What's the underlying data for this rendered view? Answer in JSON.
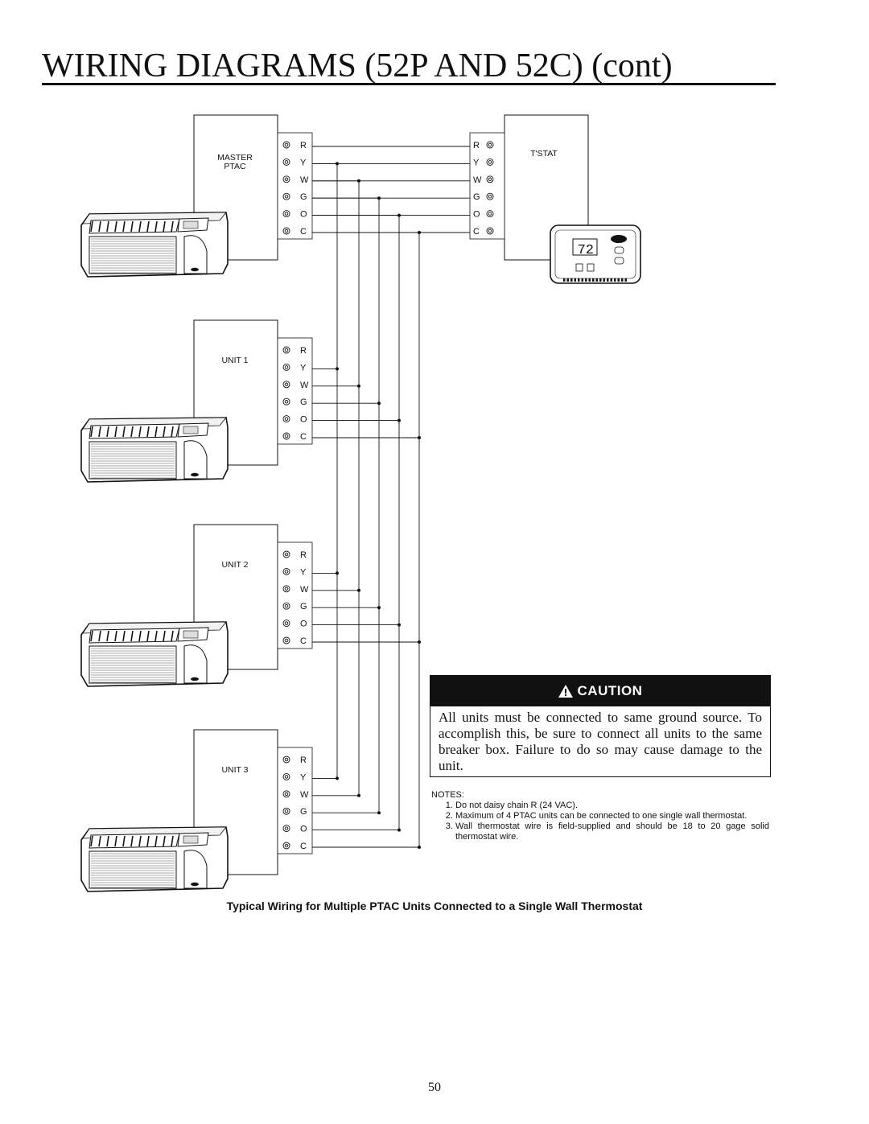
{
  "page": {
    "title": "WIRING DIAGRAMS (52P AND 52C) (cont)",
    "caption": "Typical Wiring for Multiple PTAC Units Connected to a Single Wall Thermostat",
    "page_number": "50"
  },
  "units": [
    {
      "label_lines": [
        "MASTER",
        "PTAC"
      ]
    },
    {
      "label_lines": [
        "UNIT 1"
      ]
    },
    {
      "label_lines": [
        "UNIT 2"
      ]
    },
    {
      "label_lines": [
        "UNIT 3"
      ]
    }
  ],
  "terminals": [
    "R",
    "Y",
    "W",
    "G",
    "O",
    "C"
  ],
  "thermostat": {
    "label": "T'STAT",
    "display": "72"
  },
  "caution": {
    "header": "CAUTION",
    "text": "All units must be connected to same ground source. To accomplish this, be sure to connect all units to the same breaker box. Failure to do so may cause damage to the unit."
  },
  "notes": {
    "heading": "NOTES:",
    "items": [
      "Do not daisy chain R (24 VAC).",
      "Maximum of 4 PTAC units can be connected to one single wall thermostat.",
      "Wall thermostat wire is field-supplied and should be 18 to 20 gage solid thermostat wire."
    ]
  }
}
